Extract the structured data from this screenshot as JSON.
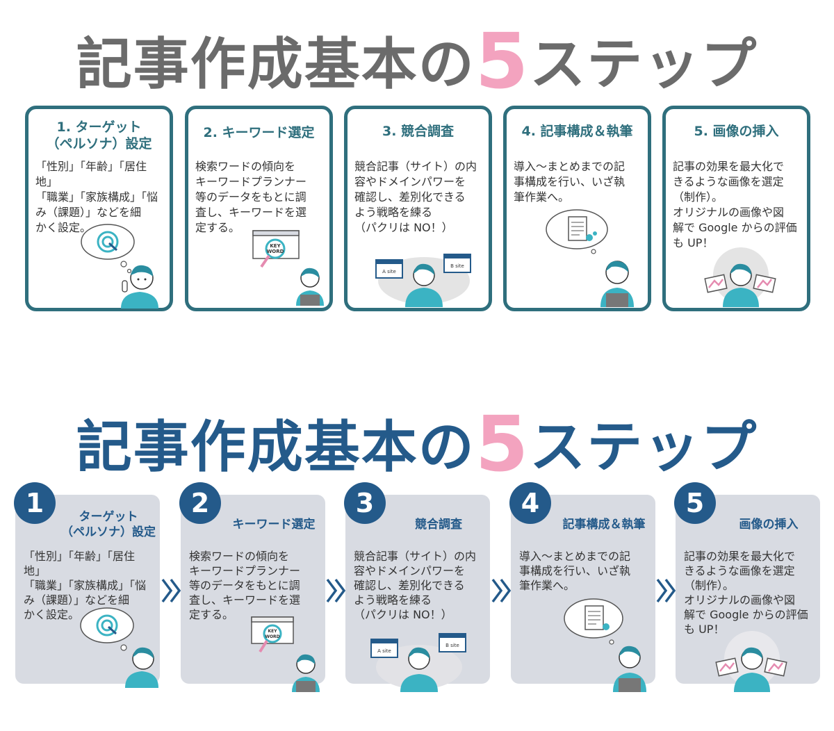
{
  "title": {
    "main": "記事作成基本の",
    "number": "5",
    "suffix": "ステップ"
  },
  "steps": [
    {
      "num": "1",
      "label_top": "1. ターゲット\n（ペルソナ）設定",
      "label": "ターゲット\n（ペルソナ）設定",
      "body": "「性別」「年齢」「居住地」\n「職業」「家族構成」「悩\nみ（課題）」などを細\nかく設定。"
    },
    {
      "num": "2",
      "label_top": "2. キーワード選定",
      "label": "キーワード選定",
      "body": "検索ワードの傾向を\nキーワードプランナー\n等のデータをもとに調\n査し、キーワードを選\n定する。"
    },
    {
      "num": "3",
      "label_top": "3. 競合調査",
      "label": "競合調査",
      "body": "競合記事（サイト）の内\n容やドメインパワーを\n確認し、差別化できる\nよう戦略を練る\n（パクリは NO！）"
    },
    {
      "num": "4",
      "label_top": "4. 記事構成＆執筆",
      "label": "記事構成＆執筆",
      "body": "導入〜まとめまでの記\n事構成を行い、いざ執\n筆作業へ。"
    },
    {
      "num": "5",
      "label_top": "5. 画像の挿入",
      "label": "画像の挿入",
      "body": "記事の効果を最大化で\nきるような画像を選定\n（制作）。\nオリジナルの画像や図\n解で Google からの評価\nも UP！"
    }
  ],
  "illustration_text": {
    "keyword_line1": "KEY",
    "keyword_line2": "WORD",
    "site_a": "A site",
    "site_b": "B site"
  },
  "colors": {
    "teal": "#2f6f7d",
    "navy": "#245a8a",
    "pink": "#f3a3bf",
    "gray_title": "#6b6b6b",
    "card_gray": "#d8dbe2",
    "person": "#3bb3c3"
  }
}
